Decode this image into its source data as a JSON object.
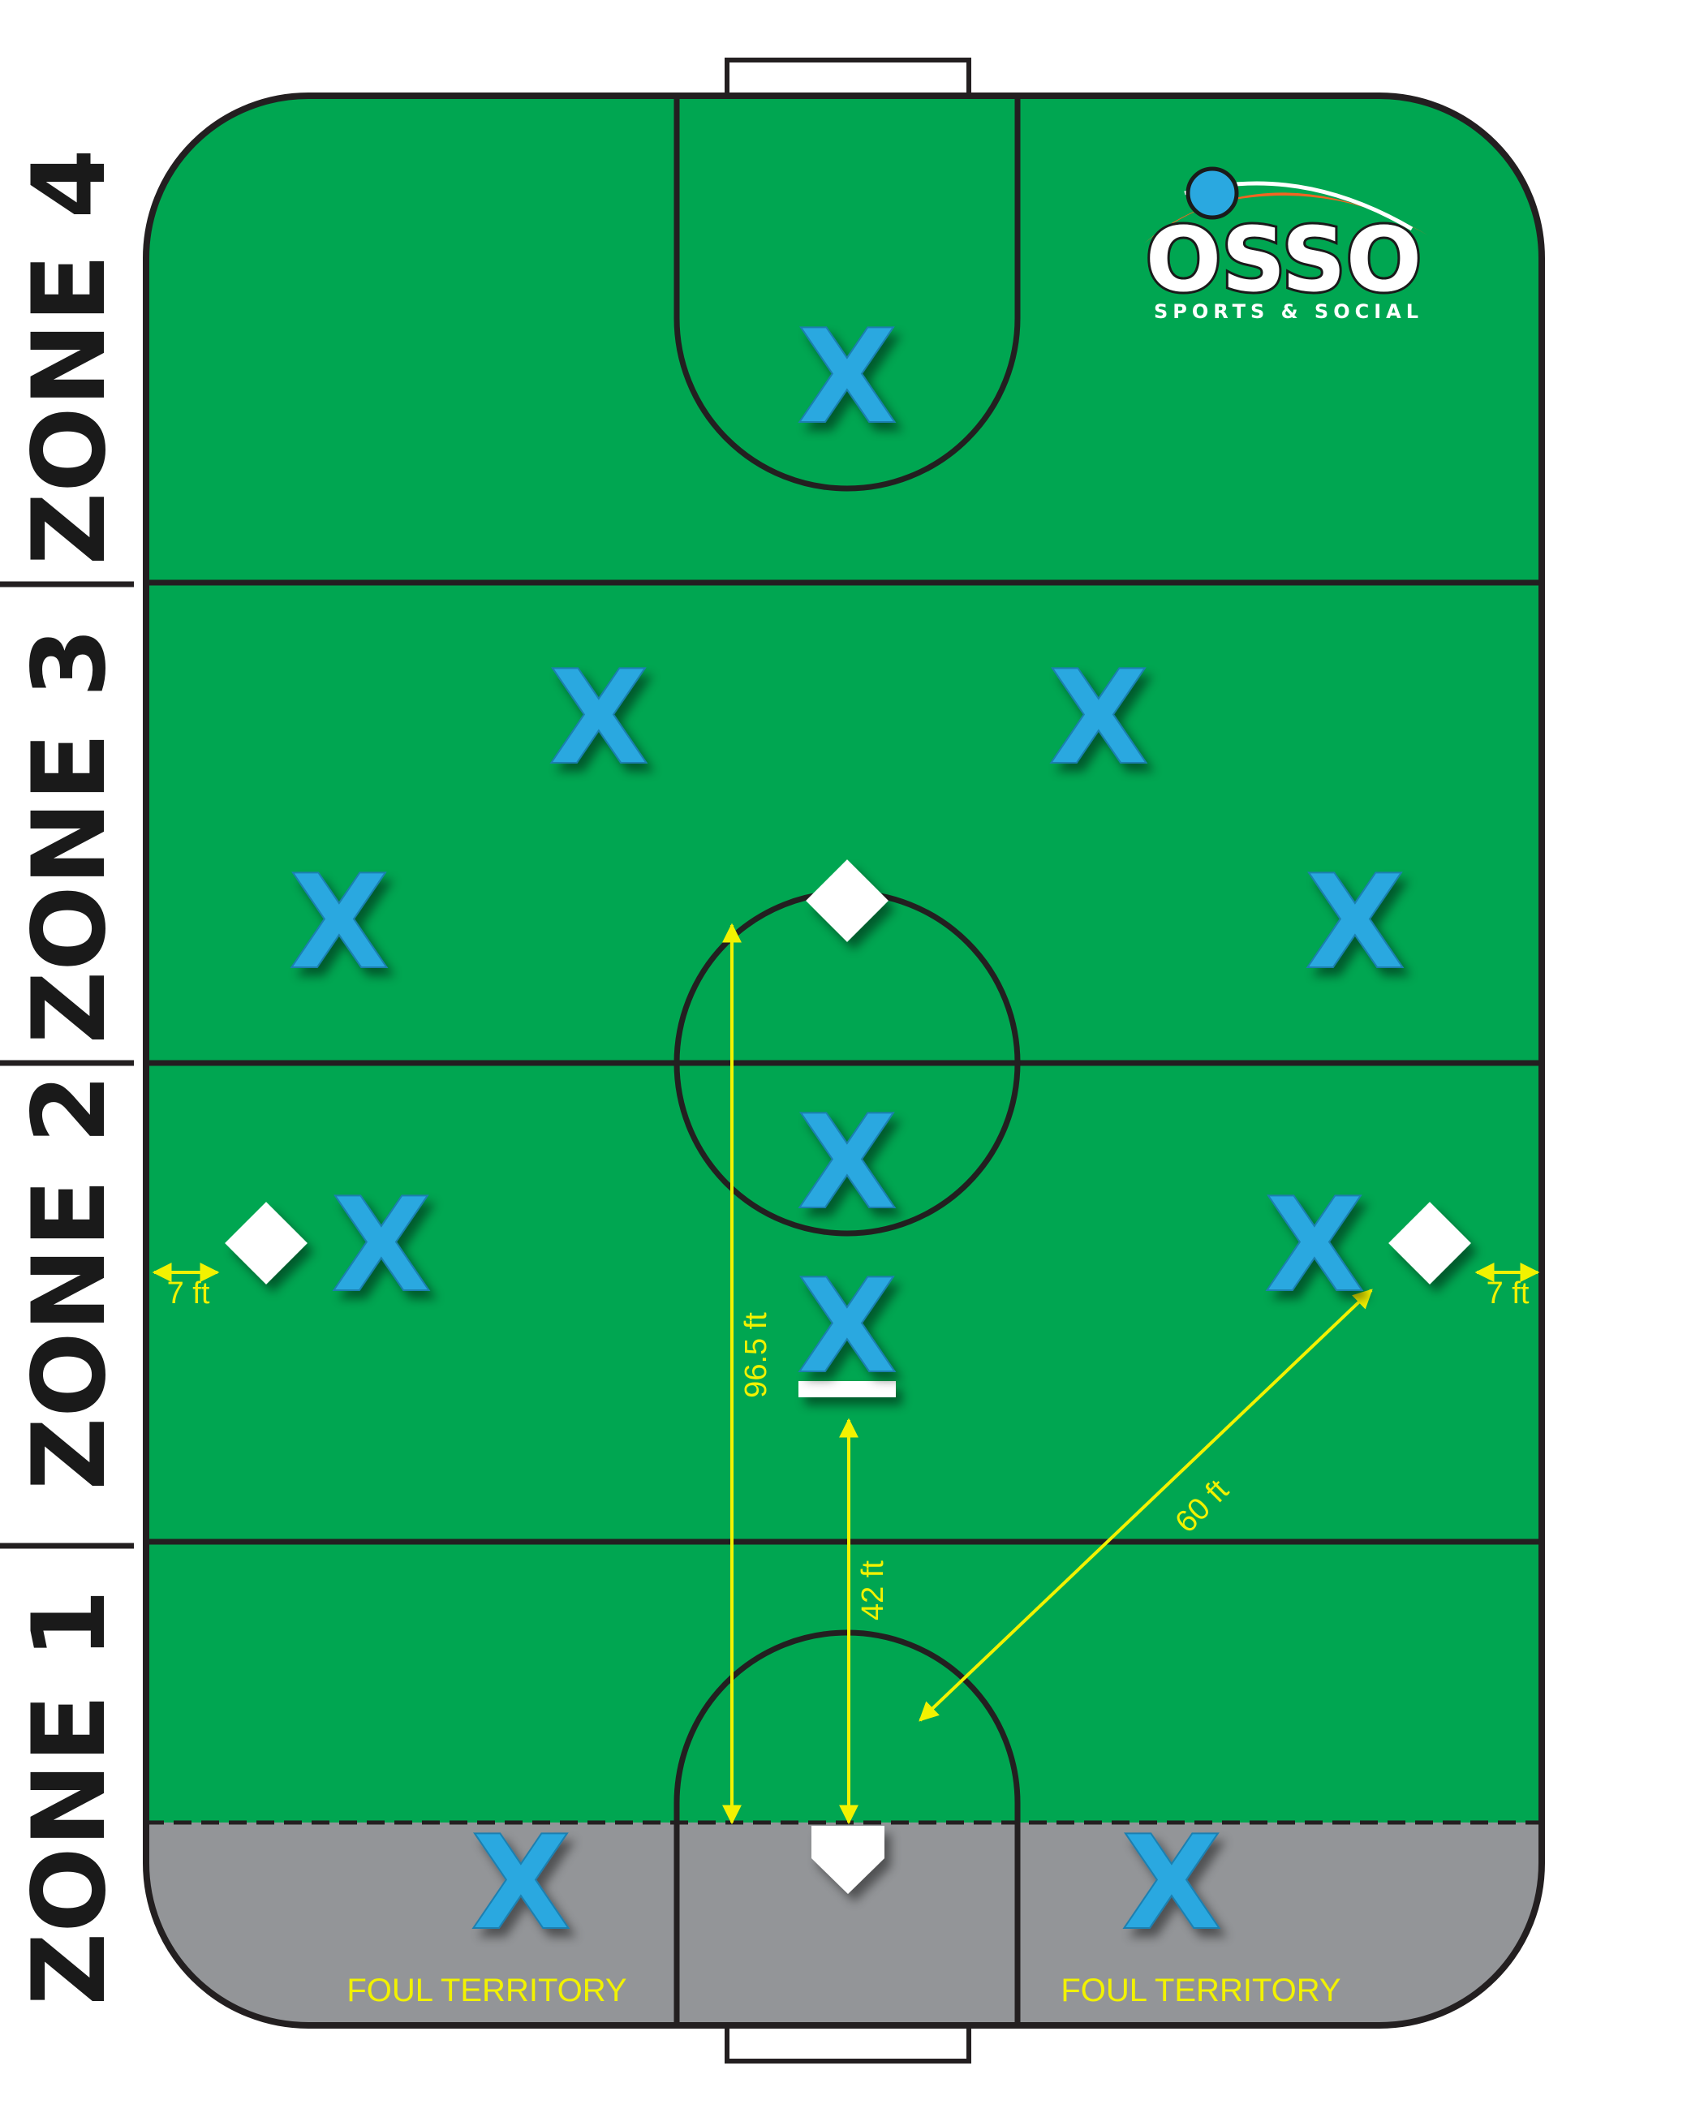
{
  "zones": [
    {
      "label": "ZONE 1"
    },
    {
      "label": "ZONE 2"
    },
    {
      "label": "ZONE 3"
    },
    {
      "label": "ZONE 4"
    }
  ],
  "logo": {
    "name": "OSSO",
    "tagline": "SPORTS & SOCIAL"
  },
  "foul_territory": {
    "left_label": "FOUL TERRITORY",
    "right_label": "FOUL TERRITORY"
  },
  "measurements": {
    "center_line": "96.5 ft",
    "pitcher_line": "42 ft",
    "base_line": "60 ft",
    "left_offset": "7 ft",
    "right_offset": "7 ft"
  },
  "player_marker": {
    "glyph": "X"
  },
  "colors": {
    "field": "#00a651",
    "foul": "#939598",
    "lines": "#231f20",
    "player": "#2aa8e0",
    "measure": "#f2f200",
    "base": "#ffffff",
    "logo_accent": "#f26522"
  }
}
